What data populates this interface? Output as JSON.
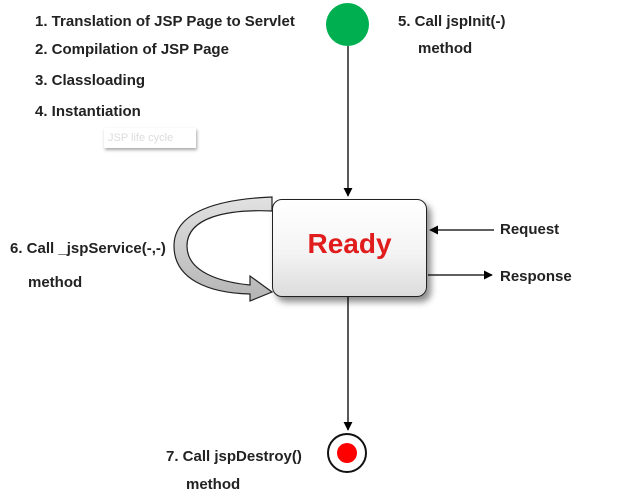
{
  "steps": {
    "s1": "1. Translation of JSP Page to Servlet",
    "s2": "2. Compilation of JSP Page",
    "s3": "3. Classloading",
    "s4": "4. Instantiation",
    "s5_line1": "5.  Call jspInit(-)",
    "s5_line2": "method",
    "s6_line1": "6. Call _jspService(-,-)",
    "s6_line2": "method",
    "s7_line1": "7. Call jspDestroy()",
    "s7_line2": "method"
  },
  "watermark": "JSP life cycle",
  "state": {
    "label": "Ready"
  },
  "io": {
    "request": "Request",
    "response": "Response"
  },
  "colors": {
    "start": "#00b050",
    "end": "#ff0000",
    "ready_text": "#e01c1c",
    "loop_arrow": "#c8c8c8"
  }
}
